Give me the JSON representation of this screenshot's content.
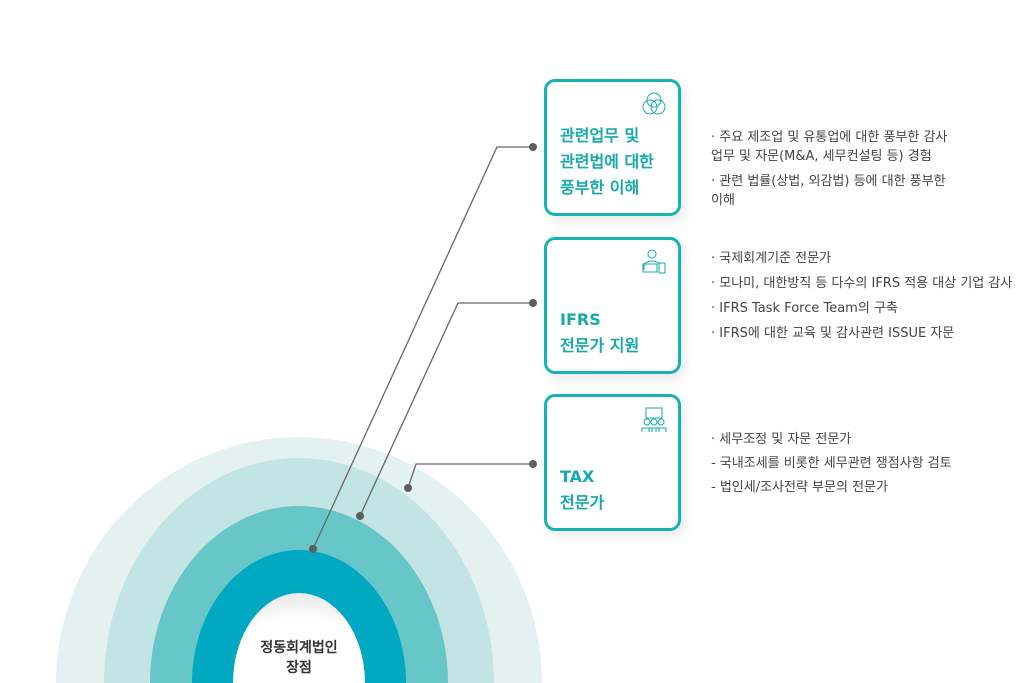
{
  "center_label": "정동회계법인\n장점",
  "boxes": [
    {
      "title": "관련업무 및\n관련법에 대한\n풍부한 이해",
      "icon": "venn-abc-icon",
      "items": [
        "· 주요 제조업 및 유통업에 대한 풍부한 감사\n  업무 및 자문(M&A, 세무컨설팅 등) 경험",
        "· 관련 법률(상법, 외감법) 등에 대한 풍부한\n  이해"
      ]
    },
    {
      "title": "IFRS\n전문가 지원",
      "icon": "ifrs-expert-icon",
      "items": [
        "· 국제회계기준 전문가",
        "· 모나미, 대한방직 등 다수의 IFRS 적용 대상 기업 감사",
        "· IFRS Task Force Team의 구축",
        "· IFRS에 대한 교육 및 감사관련 ISSUE 자문"
      ]
    },
    {
      "title": "TAX\n전문가",
      "icon": "tax-team-icon",
      "items": [
        "· 세무조정 및 자문 전문가",
        "  - 국내조세를 비롯한 세무관련 쟁점사항 검토",
        "  - 법인세/조사전략 부문의 전문가"
      ]
    }
  ],
  "colors": {
    "outer": "#e3f1f1",
    "light": "#c2e4e5",
    "mid": "#67c6c7",
    "dark": "#00a8c2",
    "accent": "#15a9a9"
  }
}
